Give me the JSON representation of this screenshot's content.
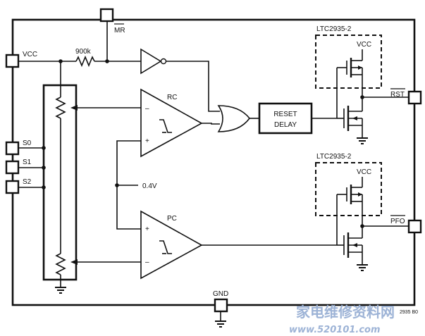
{
  "pins": {
    "mr": "MR",
    "vcc": "VCC",
    "s0": "S0",
    "s1": "S1",
    "s2": "S2",
    "rst": "RST",
    "pfo": "PFO",
    "gnd": "GND"
  },
  "components": {
    "resistor": "900k",
    "comparator_rc": "RC",
    "comparator_pc": "PC",
    "reference": "0.4V",
    "reset_delay_line1": "RESET",
    "reset_delay_line2": "DELAY",
    "driver_label": "LTC2935-2",
    "driver_vcc": "VCC"
  },
  "figure_code": "2935 B0",
  "watermark": {
    "chinese": "家电维修资料网",
    "url": "www.520101.com"
  },
  "colors": {
    "wire": "#111111",
    "watermark": "#9db3d6"
  }
}
